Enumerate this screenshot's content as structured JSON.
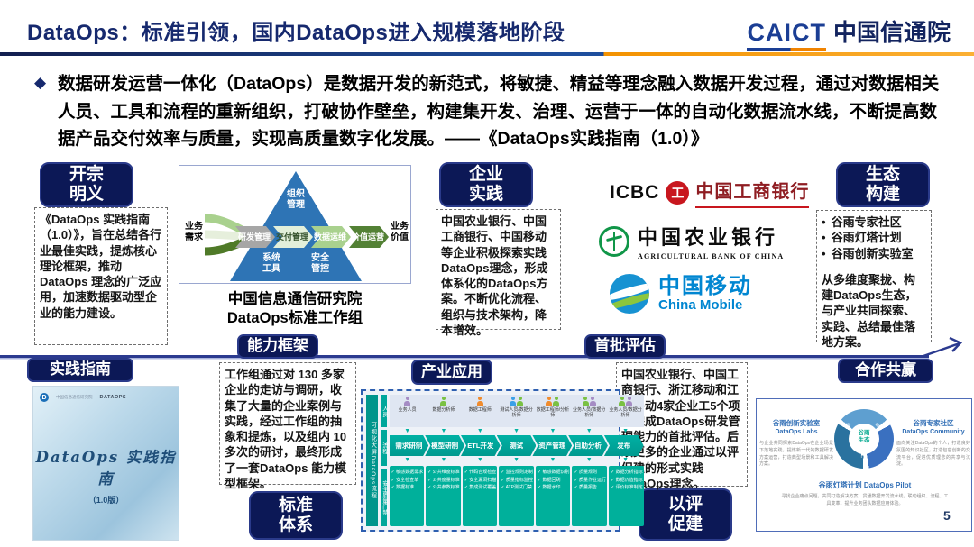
{
  "page_number": "5",
  "colors": {
    "badge_navy": "#0c1856",
    "title_navy": "#16296e",
    "rule_blue": "#1e4e9d",
    "rule_orange": "#f39200",
    "teal": "#00a99d",
    "pyramid_blue": "#2e74b5",
    "icbc_red": "#c8161e",
    "abc_green": "#109648",
    "cmcc_blue": "#0086d1",
    "guyu_blue": "#2f6db5"
  },
  "header": {
    "title": "DataOps：标准引领，国内DataOps进入规模落地阶段",
    "logo_caict": "CAICT",
    "logo_name": "中国信通院"
  },
  "intro": {
    "bullet": "◆",
    "text": "数据研发运营一体化（DataOps）是数据开发的新范式，将敏捷、精益等理念融入数据开发过程，通过对数据相关人员、工具和流程的重新组织，打破协作壁垒，构建集开发、治理、运营于一体的自动化数据流水线，不断提高数据产品交付效率与质量，实现高质量数字化发展。——《DataOps实践指南（1.0）》"
  },
  "badges": {
    "opening": "开宗\n明义",
    "enterprise": "企业\n实践",
    "ecosystem": "生态\n构建",
    "capability": "能力框架",
    "first_eval": "首批评估",
    "guide": "实践指南",
    "industry": "产业应用",
    "cooperation": "合作共赢",
    "standard": "标准\n体系",
    "eval_build": "以评\n促建"
  },
  "opening": {
    "body": "《DataOps 实践指南（1.0）》，旨在总结各行业最佳实践，提炼核心理论框架，推动DataOps 理念的广泛应用，加速数据驱动型企业的能力建设。"
  },
  "pyramid": {
    "left_label": "业务\n需求",
    "right_label": "业务\n价值",
    "top_label": "组织\n管理",
    "bottom_left": "系统\n工具",
    "bottom_right": "安全\n管控",
    "stages": [
      "研发管理",
      "交付管理",
      "数据运维",
      "价值运营"
    ],
    "caption_line1": "中国信息通信研究院",
    "caption_line2": "DataOps标准工作组"
  },
  "enterprise": {
    "body": "中国农业银行、中国工商银行、中国移动等企业积极探索实践DataOps理念，形成体系化的DataOps方案。不断优化流程、组织与技术架构，降本增效。"
  },
  "partners": {
    "icbc_en": "ICBC",
    "icbc_emblem": "工",
    "icbc_zh": "中国工商银行",
    "abc_zh": "中国农业银行",
    "abc_en": "AGRICULTURAL BANK OF CHINA",
    "cmcc_zh": "中国移动",
    "cmcc_en": "China Mobile"
  },
  "ecosystem": {
    "bullet": "•",
    "bullets": [
      "谷雨专家社区",
      "谷雨灯塔计划",
      "谷雨创新实验室"
    ],
    "body": "从多维度聚拢、构建DataOps生态，与产业共同探索、实践、总结最佳落地方案。"
  },
  "capability": {
    "body": "工作组通过对 130 多家企业的走访与调研，收集了大量的企业案例与实践，经过工作组的抽象和提炼，以及组内 10 多次的研讨，最终形成了一套DataOps 能力模型框架。"
  },
  "guide_book": {
    "logo_left": "中国信息通信研究院",
    "logo_right": "DATAOPS",
    "title": "DataOps 实践指南",
    "version": "（1.0版）"
  },
  "framework": {
    "side_label": "可视化大屏DataOps流程",
    "row_labels": [
      "人员",
      "流程",
      "安全质量门禁"
    ],
    "arrow": "▼",
    "people": [
      {
        "label": "业务人员"
      },
      {
        "label": "数据分析师"
      },
      {
        "label": "数据工程师"
      },
      {
        "label": "测试人员/数据分析师"
      },
      {
        "label": "数据工程师/分析师"
      },
      {
        "label": "业务人员/数据分析师"
      },
      {
        "label": "业务人员/数据分析师"
      }
    ],
    "stages": [
      "需求研制",
      "模型研制",
      "ETL开发",
      "测试",
      "资产管理",
      "自助分析",
      "发布"
    ],
    "gates": [
      [
        "✓ 敏感数据需求",
        "✓ 安全检查单",
        "✓ 数据标准"
      ],
      [
        "✓ 公共维度标准",
        "✓ 公共度量标准",
        "✓ 公共参数标准"
      ],
      [
        "✓ 代码合规检查",
        "✓ 安全漏洞扫描",
        "✓ 集成测试覆盖"
      ],
      [
        "✓ 监控规则定制",
        "✓ 质量指标监控",
        "✓ ATP测试门禁"
      ],
      [
        "✓ 敏感数据识别",
        "✓ 数据回刷",
        "✓ 数据水印"
      ],
      [
        "✓ 质量规则",
        "✓ 质量作业运行",
        "✓ 质量报告"
      ],
      [
        "✓ 数据分析指标",
        "✓ 数据价值指标",
        "✓ 评价标准制定"
      ]
    ]
  },
  "first_eval": {
    "body": "中国农业银行、中国工商银行、浙江移动和江苏移动4家企业工5个项目完成DataOps研发管理能力的首批评估。后续更多的企业通过以评促建的形式实践DataOps理念。"
  },
  "guyu": {
    "center": "谷雨\n生态",
    "labs_title": "谷雨创新实验室",
    "labs_en": "DataOps Labs",
    "labs_desc": "与企业共同探索DataOps在企业场景下落地实践，提炼新一代的数据研发方案运营，打造典型场景和工具解决方案。",
    "community_title": "谷雨专家社区",
    "community_en": "DataOps Community",
    "community_desc": "面向关注DataOps的个人，打造良好氛围的知识社区，打造包容创新的交流平台，促进优质理念的共享与沉淀。",
    "pilot_title": "谷雨灯塔计划 DataOps Pilot",
    "pilot_desc": "寻找企业痛点问题，共同打造解决方案，贯通数据开发流水线，联动组织、流程、工具变革，提升业务团队数据应用体验。"
  }
}
